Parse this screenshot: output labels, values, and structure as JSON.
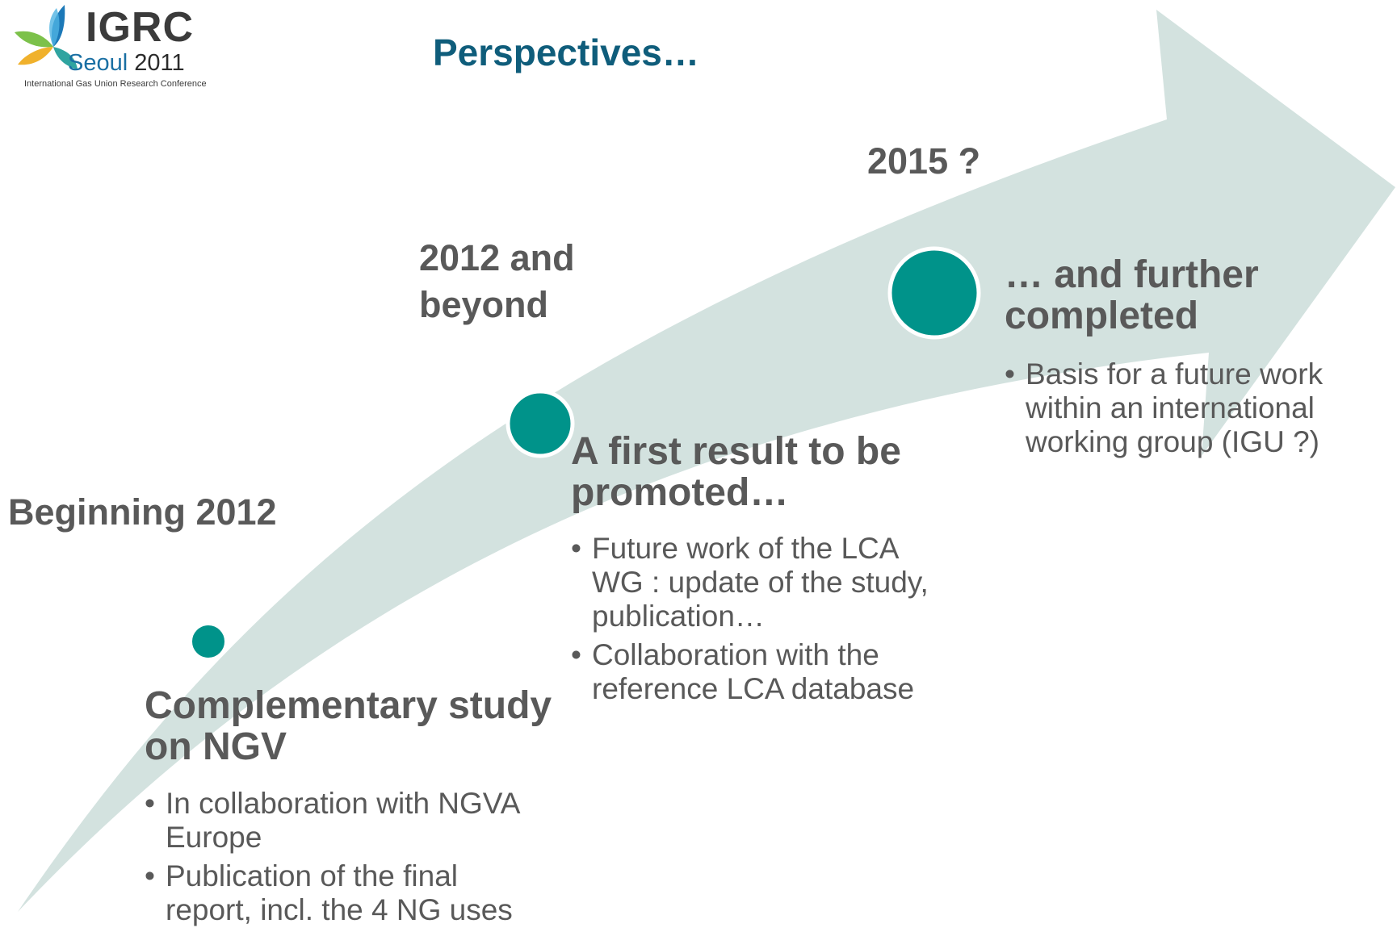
{
  "logo": {
    "brand": "IGRC",
    "city": "Seoul",
    "year": "2011",
    "subtitle": "International Gas Union Research Conference"
  },
  "slide": {
    "title": "Perspectives…"
  },
  "colors": {
    "arrow": "#d3e2df",
    "milestone": "#00938a",
    "title": "#0f5d7b",
    "text": "#595959"
  },
  "stages": [
    {
      "date": "Beginning 2012",
      "heading": "Complementary study\non NGV",
      "bullets": [
        "In collaboration with NGVA\nEurope",
        "Publication of the final\nreport, incl. the 4 NG uses"
      ]
    },
    {
      "date": "2012 and\nbeyond",
      "heading": "A first result to be\npromoted…",
      "bullets": [
        "Future work of the LCA\nWG : update of the study,\npublication…",
        "Collaboration with the\nreference LCA database"
      ]
    },
    {
      "date": "2015 ?",
      "heading": "… and further\ncompleted",
      "bullets": [
        "Basis for a future work\nwithin an international\nworking group  (IGU ?)"
      ]
    }
  ]
}
